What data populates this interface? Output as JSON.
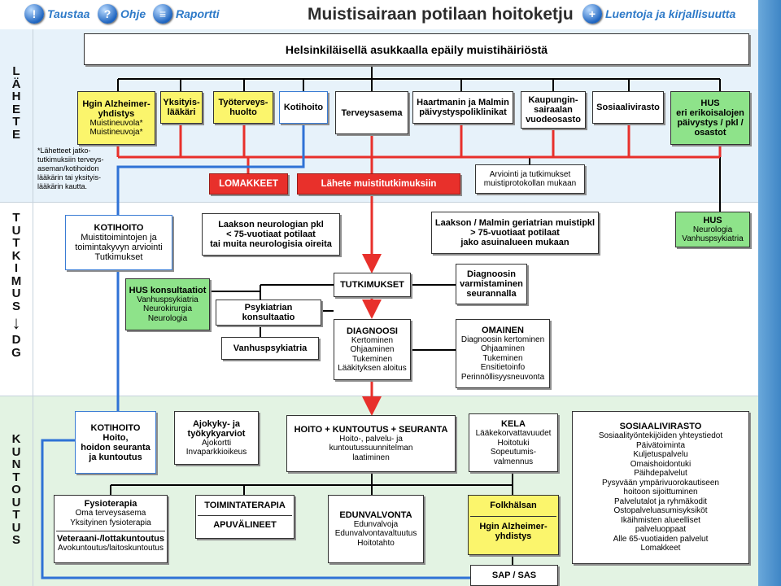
{
  "title": "Muistisairaan potilaan hoitoketju",
  "nav": {
    "taustaa": "Taustaa",
    "ohje": "Ohje",
    "raportti": "Raportti",
    "luentoja": "Luentoja ja kirjallisuutta"
  },
  "icons": {
    "taustaa": "exclamation-icon",
    "ohje": "question-icon",
    "raportti": "list-icon",
    "luentoja": "plus-icon"
  },
  "stages": {
    "lahete": [
      "L",
      "Ä",
      "H",
      "E",
      "T",
      "E"
    ],
    "tutkimus": [
      "T",
      "U",
      "T",
      "K",
      "I",
      "M",
      "U",
      "S"
    ],
    "arrow": "↓",
    "dg": [
      "D",
      "G"
    ],
    "kuntoutus": [
      "K",
      "U",
      "N",
      "T",
      "O",
      "U",
      "T",
      "U",
      "S"
    ]
  },
  "top": "Helsinkiläisellä asukkaalla epäily muistihäiriöstä",
  "referrers": {
    "alzheimer": {
      "title": [
        "Hgin Alzheimer-",
        "yhdistys"
      ],
      "sub": [
        "Muistineuvola*",
        "Muistineuvoja*"
      ]
    },
    "yksityis": [
      "Yksityis-",
      "lääkäri"
    ],
    "tyoterveys": [
      "Työterveys-",
      "huolto"
    ],
    "kotihoito": "Kotihoito",
    "terveysasema": "Terveysasema",
    "hartmanin": [
      "Haartmanin ja Malmin",
      "päivystyspoliklinikat"
    ],
    "kaupungin": [
      "Kaupungin-",
      "sairaalan",
      "vuodeosasto"
    ],
    "sosiaali": "Sosiaalivirasto",
    "hus": [
      "HUS",
      "eri erikoisalojen",
      "päivystys / pkl /",
      "osastot"
    ]
  },
  "note": [
    "*Lähetteet jatko-",
    "tutkimuksiin terveys-",
    "aseman/kotihoidon",
    "lääkärin tai yksityis-",
    "lääkärin kautta."
  ],
  "lomakkeet": "LOMAKKEET",
  "lahete_muisti": "Lähete muistitutkimuksiin",
  "arviointi": [
    "Arviointi ja tutkimukset",
    "muistiprotokollan mukaan"
  ],
  "kotihoito_t": {
    "title": "KOTIHOITO",
    "lines": [
      "Muistitoimintojen ja",
      "toimintakyvyn arviointi",
      "Tutkimukset"
    ]
  },
  "laakso_neuro": [
    "Laakson neurologian pkl",
    "< 75-vuotiaat potilaat",
    "tai muita neurologisia oireita"
  ],
  "laakso_geri": [
    "Laakson / Malmin geriatrian muistipkl",
    "> 75-vuotiaat potilaat",
    "jako asuinalueen mukaan"
  ],
  "hus_right": {
    "title": "HUS",
    "lines": [
      "Neurologia",
      "Vanhuspsykiatria"
    ]
  },
  "hus_konsult": {
    "title": "HUS konsultaatiot",
    "lines": [
      "Vanhuspsykiatria",
      "Neurokirurgia",
      "Neurologia"
    ]
  },
  "tutkimukset": "TUTKIMUKSET",
  "diag_varm": [
    "Diagnoosin",
    "varmistaminen",
    "seurannalla"
  ],
  "psyk_konsult": "Psykiatrian konsultaatio",
  "vanhuspsyk": "Vanhuspsykiatria",
  "diagnoosi": {
    "title": "DIAGNOOSI",
    "lines": [
      "Kertominen",
      "Ohjaaminen",
      "Tukeminen",
      "Lääkityksen aloitus"
    ]
  },
  "omainen": {
    "title": "OMAINEN",
    "lines": [
      "Diagnoosin kertominen",
      "Ohjaaminen",
      "Tukeminen",
      "Ensitietoinfo",
      "Perinnöllisyysneuvonta"
    ]
  },
  "kotihoito_k": {
    "title": [
      "KOTIHOITO",
      "Hoito,",
      "hoidon seuranta",
      "ja kuntoutus"
    ]
  },
  "ajokyky": {
    "title": [
      "Ajokyky- ja",
      "työkykyarviot"
    ],
    "lines": [
      "Ajokortti",
      "Invaparkkioikeus"
    ]
  },
  "hoito": {
    "title": "HOITO + KUNTOUTUS + SEURANTA",
    "lines": [
      "Hoito-, palvelu- ja",
      "kuntoutussuunnitelman",
      "laatiminen"
    ]
  },
  "kela": {
    "title": "KELA",
    "lines": [
      "Lääkekorvattavuudet",
      "Hoitotuki",
      "Sopeutumis-",
      "valmennus"
    ]
  },
  "sosiaalivirasto_k": {
    "title": "SOSIAALIVIRASTO",
    "lines": [
      "Sosiaalityöntekijöiden yhteystiedot",
      "Päivätoiminta",
      "Kuljetuspalvelu",
      "Omaishoidontuki",
      "Päihdepalvelut",
      "Pysyvään ympärivuorokautiseen",
      "hoitoon sijoittuminen",
      "Palvelutalot ja ryhmäkodit",
      "Ostopalveluasumisyksiköt",
      "Ikäihmisten alueelliset",
      "palveluoppaat",
      "Alle 65-vuotiaiden palvelut",
      "Lomakkeet"
    ]
  },
  "fysio": {
    "title": "Fysioterapia",
    "lines": [
      "Oma terveysasema",
      "Yksityinen fysioterapia"
    ],
    "title2": "Veteraani-/lottakuntoutus",
    "lines2": [
      "Avokuntoutus/laitoskuntoutus"
    ]
  },
  "toiminta": {
    "title": "TOIMINTATERAPIA",
    "title2": "APUVÄLINEET"
  },
  "edunvalvonta": {
    "title": "EDUNVALVONTA",
    "lines": [
      "Edunvalvoja",
      "Edunvalvontavaltuutus",
      "Hoitotahto"
    ]
  },
  "folk": {
    "title": "Folkhälsan",
    "title2": [
      "Hgin Alzheimer-",
      "yhdistys"
    ]
  },
  "sap": "SAP / SAS",
  "colors": {
    "red_line": "#e8302b",
    "blue_line": "#2f72d6",
    "yellow_box": "#fbf56c",
    "green_box": "#8ee38a"
  }
}
